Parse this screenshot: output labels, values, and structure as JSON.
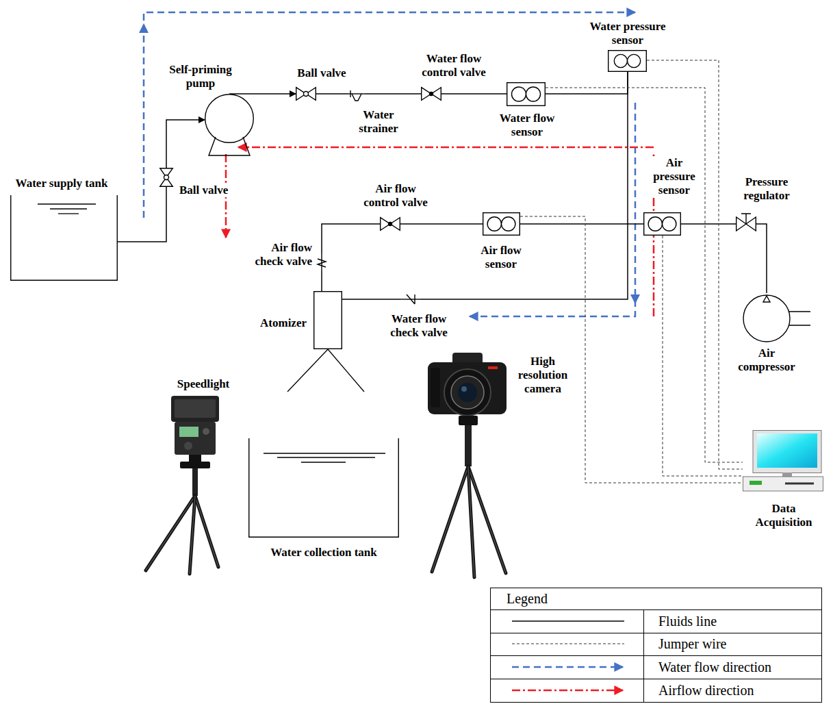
{
  "diagram": {
    "nodes": [
      {
        "text": [
          "Water supply tank"
        ]
      },
      {
        "text": [
          "Self-priming pump"
        ]
      },
      {
        "text": [
          "Ball valve"
        ]
      },
      {
        "text": [
          "Water strainer"
        ]
      },
      {
        "text": [
          "Water flow control valve"
        ]
      },
      {
        "text": [
          "Water flow sensor"
        ]
      },
      {
        "text": [
          "Water pressure sensor"
        ]
      },
      {
        "text": [
          "Ball valve"
        ]
      },
      {
        "text": [
          "Air flow control valve"
        ]
      },
      {
        "text": [
          "Air flow sensor"
        ]
      },
      {
        "text": [
          "Air pressure sensor"
        ]
      },
      {
        "text": [
          "Pressure regulator"
        ]
      },
      {
        "text": [
          "Air flow check valve"
        ]
      },
      {
        "text": [
          "Atomizer"
        ]
      },
      {
        "text": [
          "Water flow check valve"
        ]
      },
      {
        "text": [
          "Air compressor"
        ]
      },
      {
        "text": [
          "Speedlight"
        ]
      },
      {
        "text": [
          "High resolution camera"
        ]
      },
      {
        "text": [
          "Water collection tank"
        ]
      },
      {
        "text": [
          "Data Acquisition"
        ]
      }
    ],
    "edges": [
      {
        "from": 0,
        "to": 7,
        "arrow": "none"
      },
      {
        "from": 7,
        "to": 1,
        "arrow": "to"
      },
      {
        "from": 1,
        "to": 2,
        "arrow": "to"
      },
      {
        "from": 2,
        "to": 3,
        "arrow": "none"
      },
      {
        "from": 3,
        "to": 4,
        "arrow": "none"
      },
      {
        "from": 4,
        "to": 5,
        "arrow": "none"
      },
      {
        "from": 5,
        "to": 6,
        "arrow": "none"
      },
      {
        "from": 6,
        "to": 14,
        "arrow": "none"
      },
      {
        "from": 14,
        "to": 13,
        "arrow": "none"
      },
      {
        "from": 15,
        "to": 11,
        "arrow": "none"
      },
      {
        "from": 11,
        "to": 10,
        "arrow": "none"
      },
      {
        "from": 10,
        "to": 9,
        "arrow": "none"
      },
      {
        "from": 9,
        "to": 8,
        "arrow": "none"
      },
      {
        "from": 8,
        "to": 12,
        "arrow": "none"
      },
      {
        "from": 12,
        "to": 13,
        "arrow": "none"
      },
      {
        "from": 5,
        "to": 19,
        "arrow": "none"
      },
      {
        "from": 6,
        "to": 19,
        "arrow": "none"
      },
      {
        "from": 9,
        "to": 19,
        "arrow": "none"
      },
      {
        "from": 10,
        "to": 19,
        "arrow": "none"
      }
    ],
    "labels": [
      "Legend"
    ],
    "legend": [
      {
        "text": "Fluids line"
      },
      {
        "text": "Jumper wire"
      },
      {
        "text": "Water flow direction"
      },
      {
        "text": "Airflow direction"
      }
    ]
  }
}
